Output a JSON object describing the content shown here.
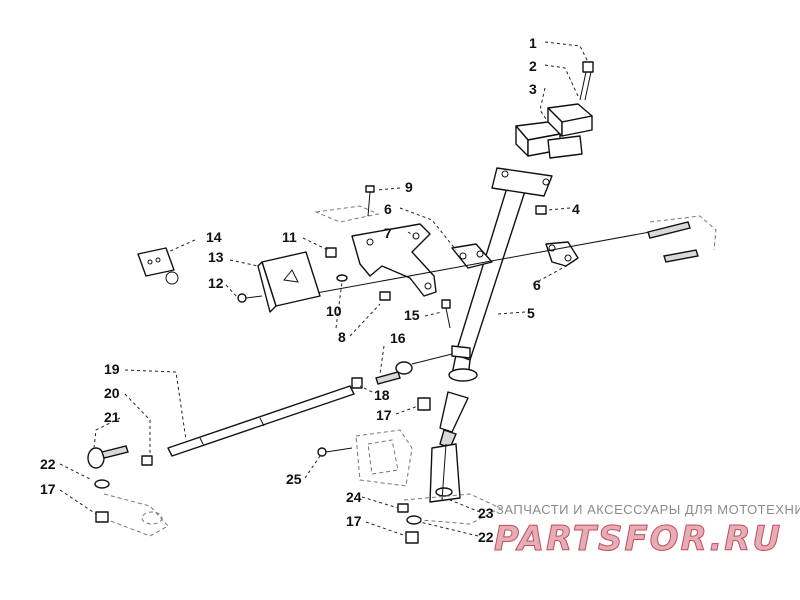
{
  "diagram": {
    "callouts": [
      "1",
      "2",
      "3",
      "4",
      "5",
      "6",
      "6",
      "7",
      "8",
      "9",
      "10",
      "11",
      "12",
      "13",
      "14",
      "15",
      "16",
      "17",
      "17",
      "17",
      "18",
      "19",
      "20",
      "21",
      "22",
      "22",
      "23",
      "24",
      "25"
    ]
  },
  "watermark": {
    "caption": "ЗАПЧАСТИ И АКСЕССУАРЫ ДЛЯ МОТОТЕХНИКИ",
    "logo": "PARTSFOR.RU",
    "accent": "#c94a5c"
  }
}
